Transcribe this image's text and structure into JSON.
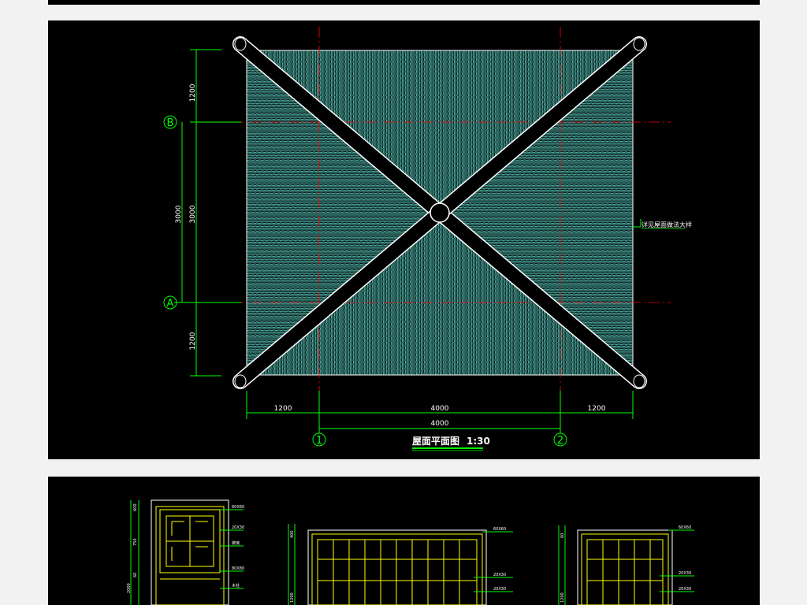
{
  "roof_plan": {
    "title": "屋面平面图",
    "scale": "1:30",
    "note": "详见屋面做法大样",
    "grid_axes": {
      "rows": [
        "B",
        "A"
      ],
      "cols": [
        "1",
        "2"
      ]
    },
    "dims_vertical": {
      "top": "1200",
      "middle": "3000",
      "middle_outer": "3000",
      "bottom": "1200"
    },
    "dims_horizontal": {
      "left": "1200",
      "middle": "4000",
      "right": "1200",
      "total": "4000"
    }
  },
  "elevations": {
    "small_labels": [
      "60X60",
      "20X30",
      "玻璃",
      "80X80",
      "木柱"
    ],
    "dims": [
      "600",
      "750",
      "60",
      "2000",
      "400",
      "1200",
      "60"
    ]
  },
  "colors": {
    "background": "#000000",
    "dimension_lines": "#00ff00",
    "axis_lines": "#ff0000",
    "roof_hatch": "#5fd3c6",
    "frame_lines": "#ffff00"
  }
}
